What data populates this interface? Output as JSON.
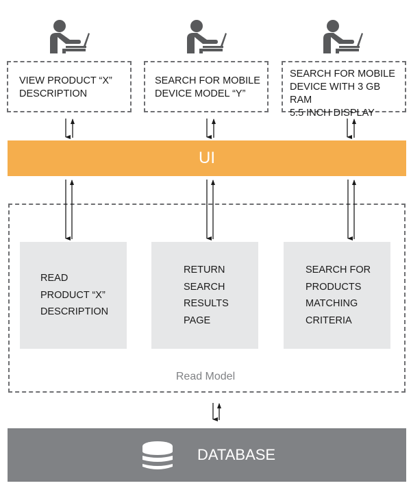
{
  "users": [
    {
      "icon": "user-at-laptop-icon",
      "request": [
        "VIEW PRODUCT “X”",
        "DESCRIPTION"
      ]
    },
    {
      "icon": "user-at-laptop-icon",
      "request": [
        "SEARCH FOR MOBILE",
        "DEVICE MODEL “Y”"
      ]
    },
    {
      "icon": "user-at-laptop-icon",
      "request": [
        "SEARCH FOR MOBILE",
        "DEVICE WITH 3 GB RAM",
        "5.5 INCH DISPLAY"
      ]
    }
  ],
  "ui_layer": {
    "label": "UI",
    "color": "#f5ae4d"
  },
  "read_model": {
    "label": "Read Model",
    "queries": [
      {
        "lines": [
          "READ",
          "PRODUCT “X”",
          "DESCRIPTION"
        ]
      },
      {
        "lines": [
          "RETURN",
          "SEARCH",
          "RESULTS",
          "PAGE"
        ]
      },
      {
        "lines": [
          "SEARCH FOR",
          "PRODUCTS",
          "MATCHING",
          "CRITERIA"
        ]
      }
    ]
  },
  "database": {
    "label": "DATABASE",
    "icon": "database-icon",
    "color": "#808285"
  }
}
